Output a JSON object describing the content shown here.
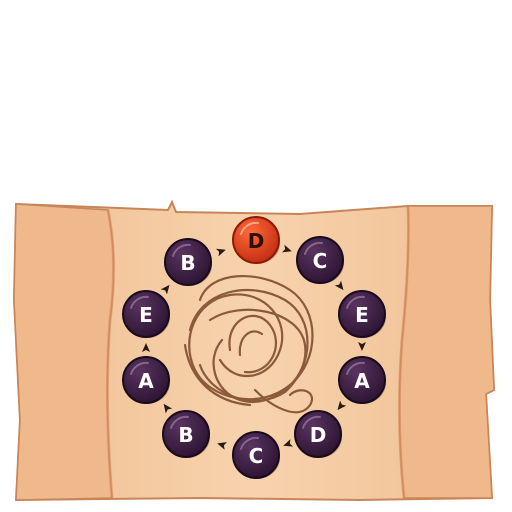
{
  "colors": {
    "background": "#ffffff",
    "parchment": "#f3c9a0",
    "parchment_edge": "#d98f5e",
    "bead": "#3b1b3f",
    "bead_active": "#e0421e",
    "arrow": "#2b1a14",
    "rope": "#8a5a3b"
  },
  "puzzle": {
    "beads": [
      {
        "letter": "D",
        "active": true
      },
      {
        "letter": "C",
        "active": false
      },
      {
        "letter": "E",
        "active": false
      },
      {
        "letter": "A",
        "active": false
      },
      {
        "letter": "D",
        "active": false
      },
      {
        "letter": "C",
        "active": false
      },
      {
        "letter": "B",
        "active": false
      },
      {
        "letter": "A",
        "active": false
      },
      {
        "letter": "E",
        "active": false
      },
      {
        "letter": "B",
        "active": false
      }
    ],
    "direction": "clockwise",
    "center_icon": "tangled-rope-icon"
  }
}
